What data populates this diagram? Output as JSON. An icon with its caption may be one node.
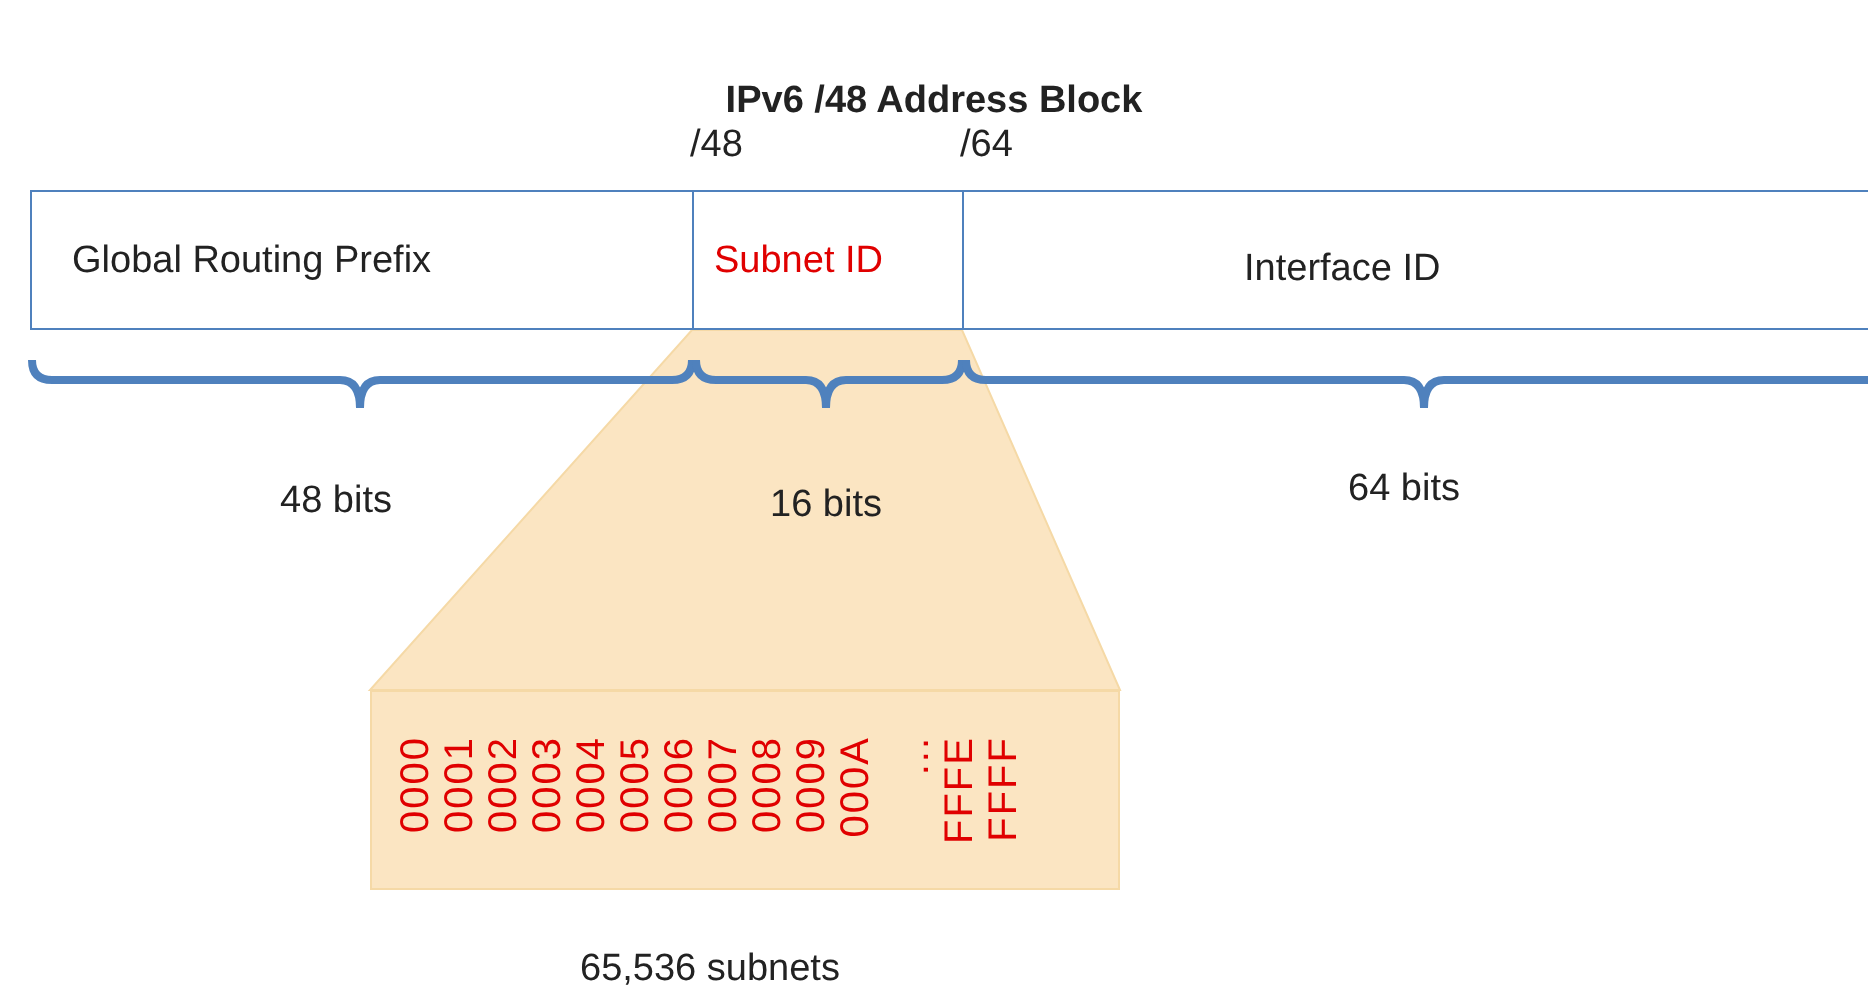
{
  "diagram": {
    "title": "IPv6 /48 Address Block",
    "nodes": [
      {
        "text": [
          "Global Routing Prefix"
        ]
      },
      {
        "text": [
          "Subnet ID"
        ]
      },
      {
        "text": [
          "Interface ID"
        ]
      },
      {
        "text": [
          "0000",
          "0001",
          "0002",
          "0003",
          "0004",
          "0005",
          "0006",
          "0007",
          "0008",
          "0009",
          "000A",
          "...",
          "FFFE",
          "FFFF"
        ],
        "beside": [
          "65,536 subnets"
        ]
      }
    ],
    "edges": [],
    "labels": [
      "/48",
      "/64",
      "48 bits",
      "16 bits",
      "64 bits"
    ]
  }
}
